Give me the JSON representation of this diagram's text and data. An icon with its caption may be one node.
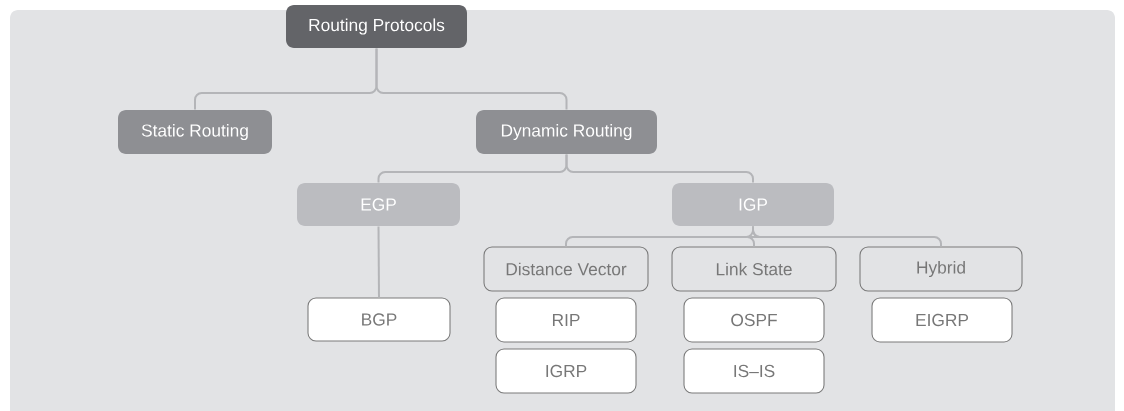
{
  "diagram": {
    "nodes": [
      {
        "text": [
          "Routing Protocols"
        ]
      },
      {
        "text": [
          "Static Routing"
        ]
      },
      {
        "text": [
          "Dynamic Routing"
        ]
      },
      {
        "text": [
          "EGP"
        ]
      },
      {
        "text": [
          "IGP"
        ]
      },
      {
        "text": [
          "Distance Vector"
        ]
      },
      {
        "text": [
          "Link State"
        ]
      },
      {
        "text": [
          "Hybrid"
        ]
      },
      {
        "text": [
          "BGP"
        ]
      },
      {
        "text": [
          "RIP"
        ]
      },
      {
        "text": [
          "IGRP"
        ]
      },
      {
        "text": [
          "OSPF"
        ]
      },
      {
        "text": [
          "IS–IS"
        ]
      },
      {
        "text": [
          "EIGRP"
        ]
      }
    ],
    "edges": [
      {
        "from": 0,
        "to": 1,
        "arrow": "none"
      },
      {
        "from": 0,
        "to": 2,
        "arrow": "none"
      },
      {
        "from": 2,
        "to": 3,
        "arrow": "none"
      },
      {
        "from": 2,
        "to": 4,
        "arrow": "none"
      },
      {
        "from": 3,
        "to": 8,
        "arrow": "none"
      },
      {
        "from": 4,
        "to": 5,
        "arrow": "none"
      },
      {
        "from": 4,
        "to": 6,
        "arrow": "none"
      },
      {
        "from": 4,
        "to": 7,
        "arrow": "none"
      }
    ]
  }
}
